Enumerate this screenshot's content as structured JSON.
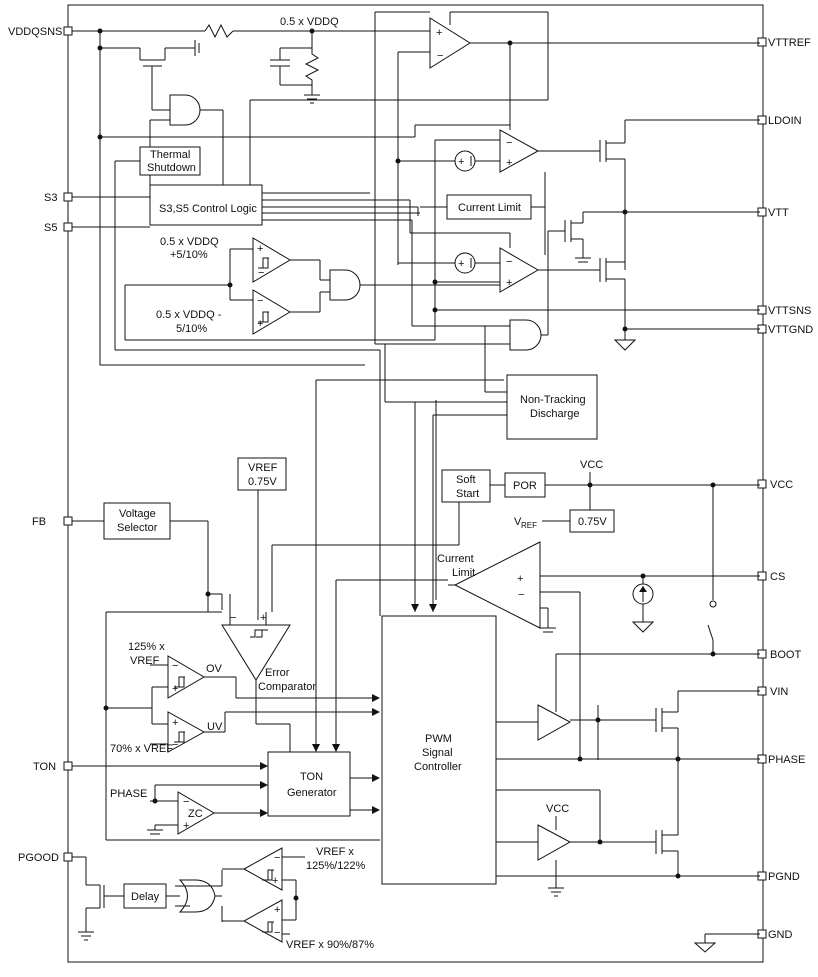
{
  "pins_left": {
    "vddqsns": "VDDQSNS",
    "s3": "S3",
    "s5": "S5",
    "fb": "FB",
    "ton": "TON",
    "pgood": "PGOOD"
  },
  "pins_right": {
    "vttref": "VTTREF",
    "ldoin": "LDOIN",
    "vtt": "VTT",
    "vttsns": "VTTSNS",
    "vttgnd": "VTTGND",
    "vcc": "VCC",
    "cs": "CS",
    "boot": "BOOT",
    "vin": "VIN",
    "phase": "PHASE",
    "pgnd": "PGND",
    "gnd": "GND"
  },
  "blocks": {
    "thermal_1": "Thermal",
    "thermal_2": "Shutdown",
    "control_logic": "S3,S5 Control Logic",
    "current_limit_box": "Current Limit",
    "ntd_1": "Non-Tracking",
    "ntd_2": "Discharge",
    "soft_1": "Soft",
    "soft_2": "Start",
    "por": "POR",
    "vref_box_1": "VREF",
    "vref_box_2": "0.75V",
    "vreg_box": "0.75V",
    "vsel_1": "Voltage",
    "vsel_2": "Selector",
    "pwm_1": "PWM",
    "pwm_2": "Signal",
    "pwm_3": "Controller",
    "ton_gen_1": "TON",
    "ton_gen_2": "Generator",
    "delay": "Delay",
    "zc": "ZC"
  },
  "labels": {
    "half_vddq": "0.5 x VDDQ",
    "upper_th_1": "0.5 x VDDQ",
    "upper_th_2": "+5/10%",
    "lower_th_1": "0.5 x VDDQ -",
    "lower_th_2": "5/10%",
    "vcc_top": "VCC",
    "vref_main": "V",
    "vref_sub": "REF",
    "current_limit_1": "Current",
    "current_limit_2": "Limit",
    "ov_th_1": "125% x",
    "ov_th_2": "VREF",
    "ov": "OV",
    "uv": "UV",
    "uv_th": "70% x VREF",
    "error_1": "Error",
    "error_2": "Comparator",
    "phase_in": "PHASE",
    "vcc_low": "VCC",
    "pg_hi_1": "VREF x",
    "pg_hi_2": "125%/122%",
    "pg_lo": "VREF x 90%/87%"
  }
}
